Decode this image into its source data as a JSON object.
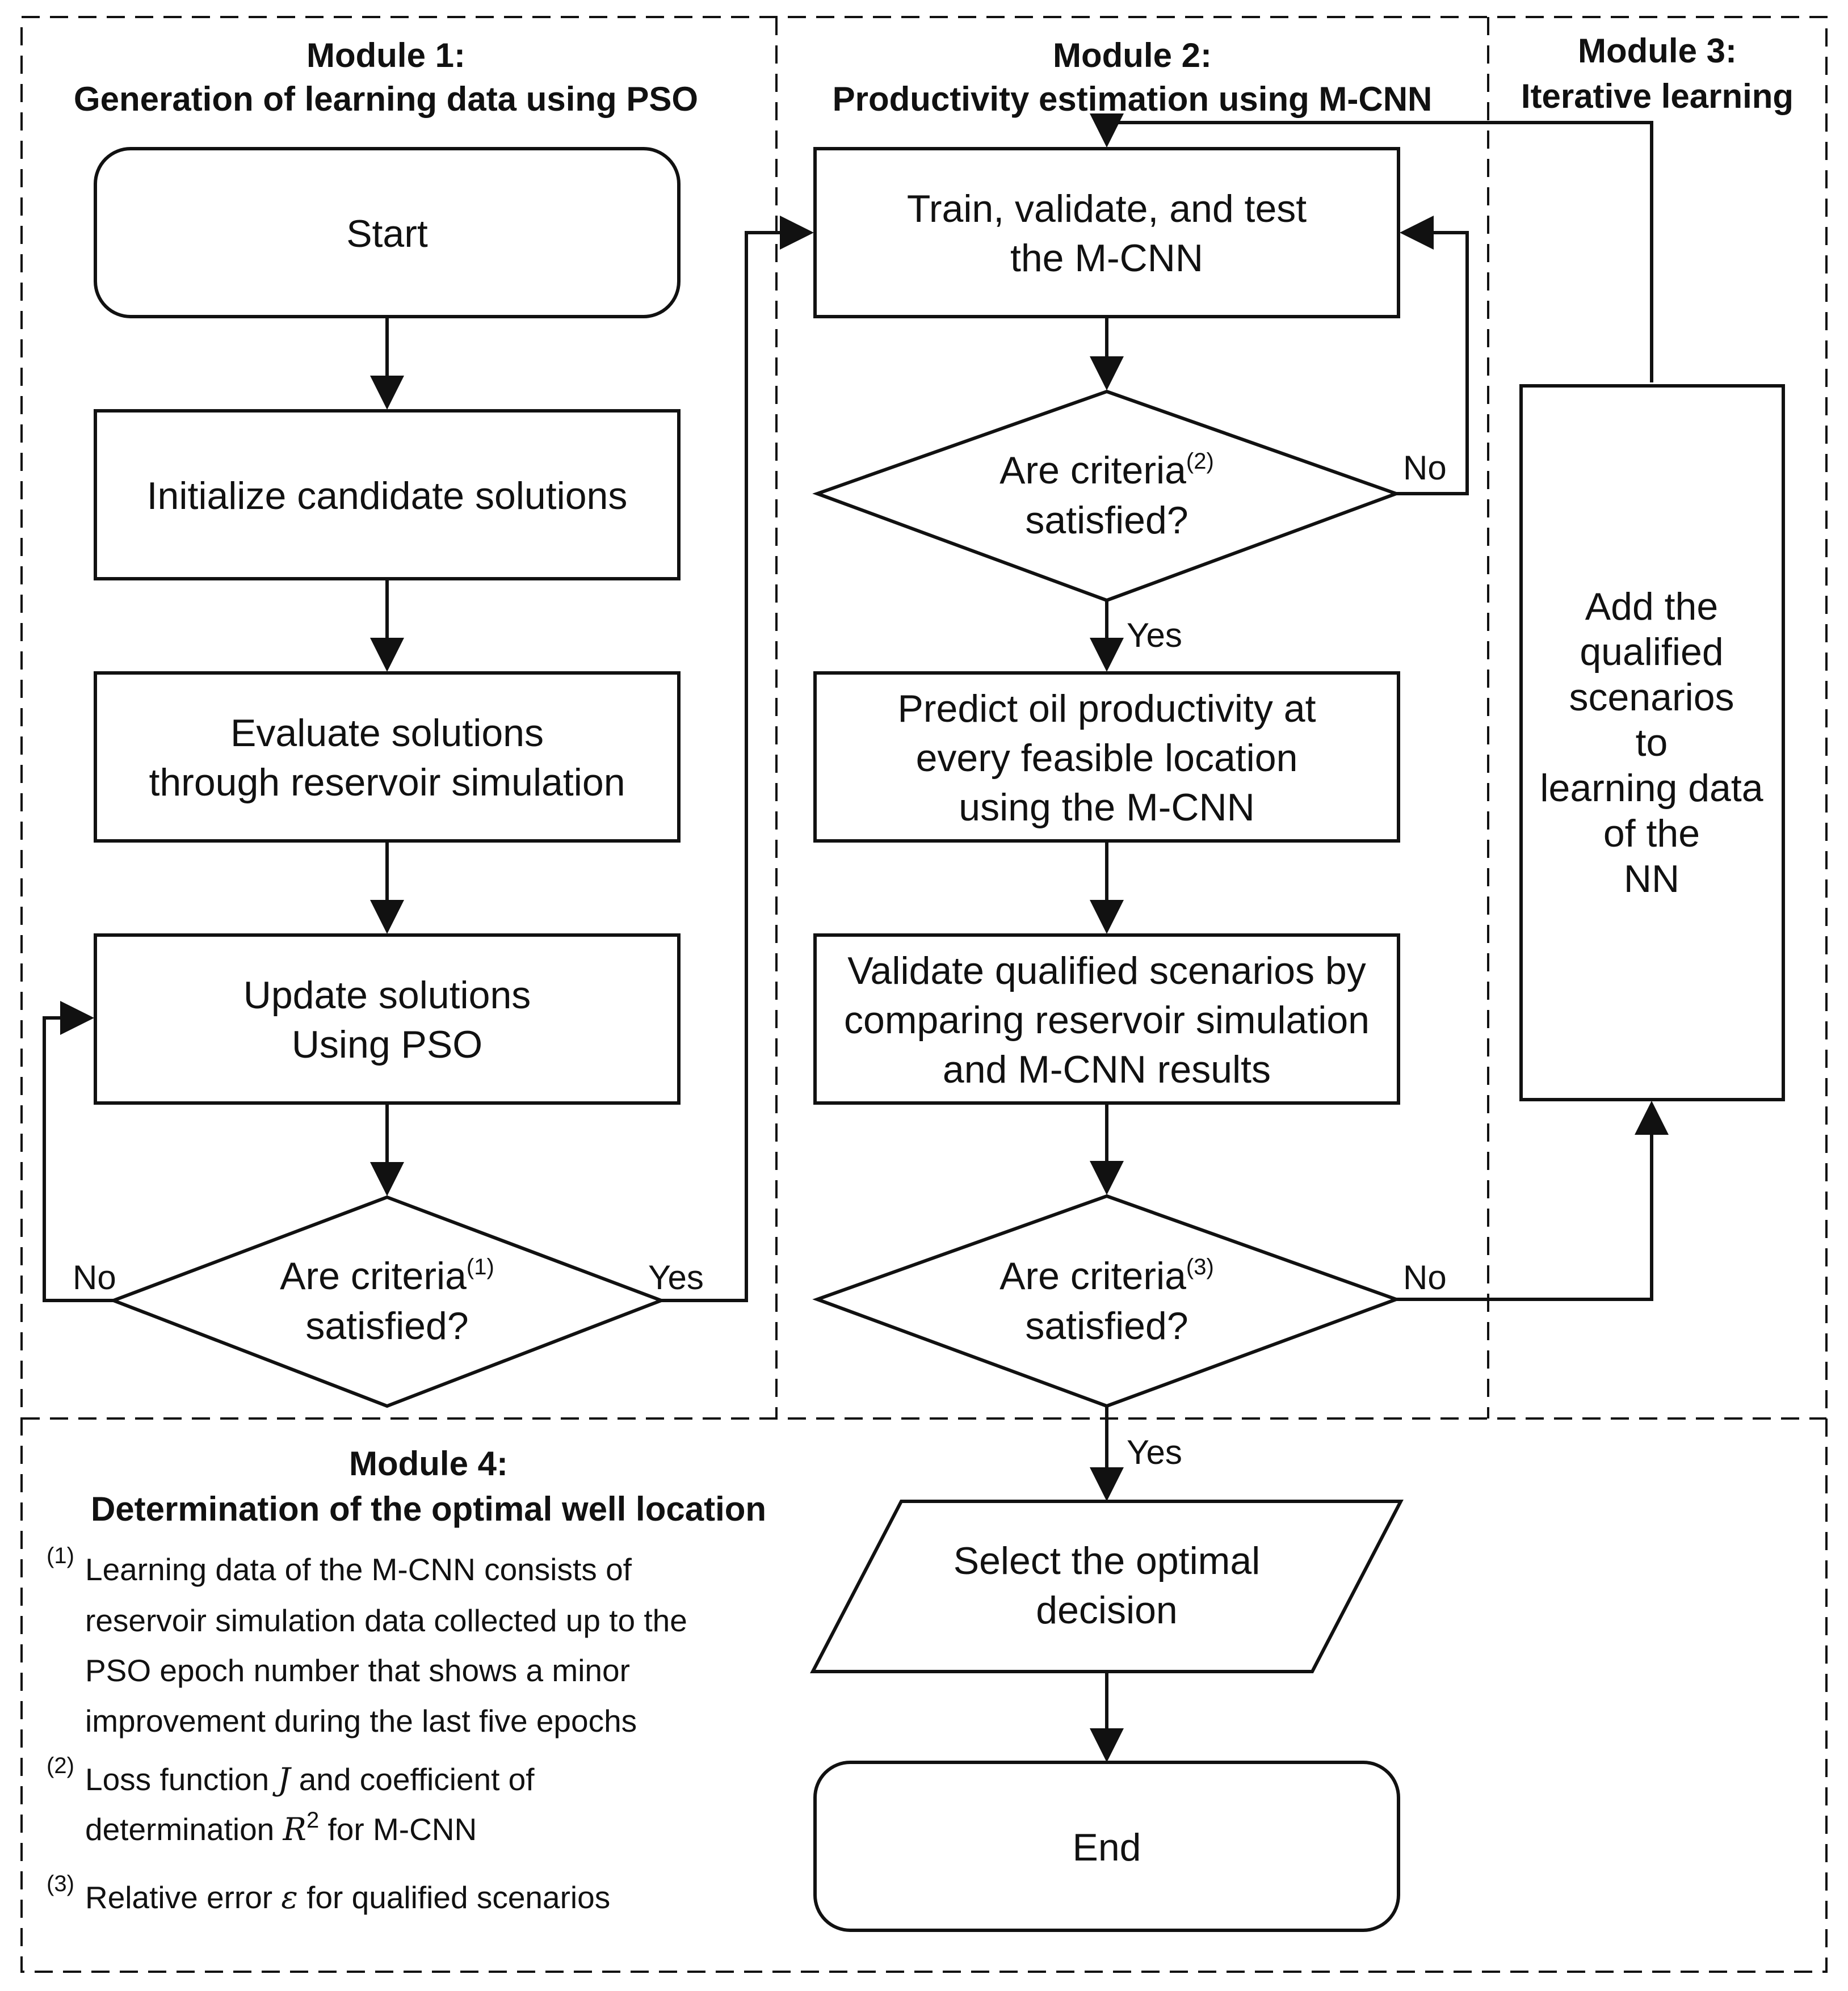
{
  "modules": {
    "m1": {
      "title": "Module 1:",
      "subtitle": "Generation of learning data using PSO"
    },
    "m2": {
      "title": "Module 2:",
      "subtitle": "Productivity estimation using M-CNN"
    },
    "m3": {
      "title": "Module 3:",
      "subtitle": "Iterative learning"
    },
    "m4": {
      "title": "Module 4:",
      "subtitle": "Determination of the optimal well location"
    }
  },
  "nodes": {
    "start": "Start",
    "init": "Initialize candidate solutions",
    "evaluate": [
      "Evaluate solutions",
      "through reservoir simulation"
    ],
    "update": [
      "Update solutions",
      "Using PSO"
    ],
    "criteria1": {
      "line1": "Are criteria",
      "sup": "(1)",
      "line2": "satisfied?"
    },
    "train": [
      "Train, validate, and test",
      "the M-CNN"
    ],
    "criteria2": {
      "line1": "Are criteria",
      "sup": "(2)",
      "line2": "satisfied?"
    },
    "predict": [
      "Predict oil productivity at",
      "every feasible location",
      "using the M-CNN"
    ],
    "validate": [
      "Validate qualified scenarios by",
      "comparing reservoir simulation",
      "and M-CNN results"
    ],
    "criteria3": {
      "line1": "Are criteria",
      "sup": "(3)",
      "line2": "satisfied?"
    },
    "add": [
      "Add the",
      "qualified",
      "scenarios",
      "to",
      "learning data",
      "of the",
      "NN"
    ],
    "select": [
      "Select the optimal",
      "decision"
    ],
    "end": "End"
  },
  "edge_labels": {
    "c1_no": "No",
    "c1_yes": "Yes",
    "c2_no": "No",
    "c2_yes": "Yes",
    "c3_no": "No",
    "c3_yes": "Yes"
  },
  "notes": {
    "n1": {
      "marker": "(1)",
      "lines": [
        "Learning data of the M-CNN consists of",
        "reservoir simulation data collected up to the",
        "PSO epoch number that shows a minor",
        "improvement during the last five epochs"
      ]
    },
    "n2": {
      "marker": "(2)",
      "line1_a": "Loss function ",
      "line1_sym": "J",
      "line1_b": " and coefficient of",
      "line2_a": "determination ",
      "line2_sym": "R",
      "line2_exp": "2",
      "line2_b": " for M-CNN"
    },
    "n3": {
      "marker": "(3)",
      "text_a": "Relative error ",
      "sym": "ε",
      "text_b": " for qualified scenarios"
    }
  }
}
